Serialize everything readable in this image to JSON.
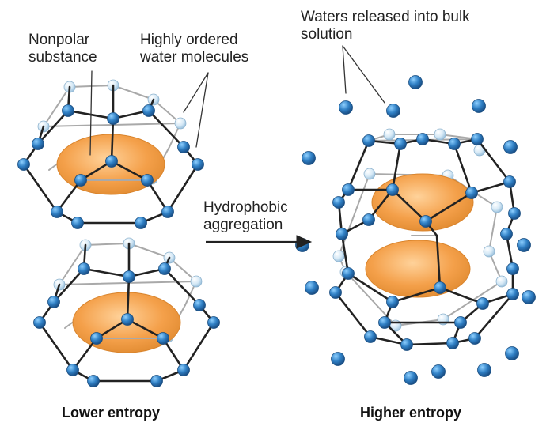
{
  "labels": {
    "nonpolar": "Nonpolar\nsubstance",
    "ordered_water": "Highly ordered\nwater molecules",
    "released": "Waters released into bulk\nsolution",
    "aggregation": "Hydrophobic\naggregation",
    "lower": "Lower entropy",
    "higher": "Higher entropy"
  },
  "colors": {
    "water_front": "#2f7fc4",
    "water_back": "#d6e9f6",
    "cage_line": "#222222",
    "cage_back_line": "#a9a9a9",
    "nonpolar_fill": "#f4a04a",
    "nonpolar_edge": "#d9842c",
    "arrow": "#222222"
  }
}
